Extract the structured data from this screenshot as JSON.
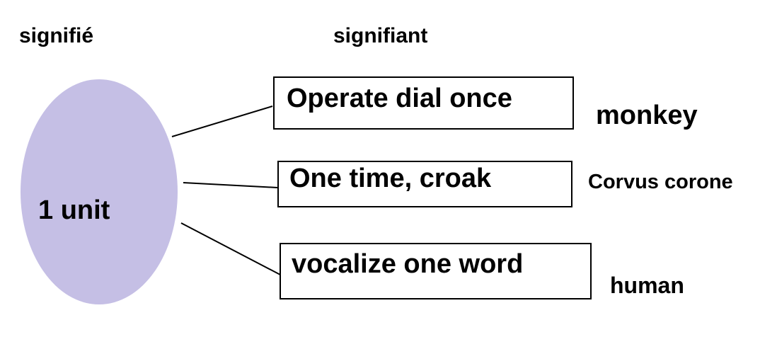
{
  "headings": {
    "signifie": "signifié",
    "signifiant": "signifiant"
  },
  "ellipse": {
    "label": "1 unit",
    "fill_color": "#c5bfe5"
  },
  "boxes": [
    {
      "text": "Operate dial once",
      "species": "monkey"
    },
    {
      "text": "One time, croak",
      "species": "Corvus corone"
    },
    {
      "text": "vocalize one word",
      "species": "human"
    }
  ],
  "colors": {
    "text": "#000000",
    "line": "#000000",
    "background": "#ffffff"
  }
}
